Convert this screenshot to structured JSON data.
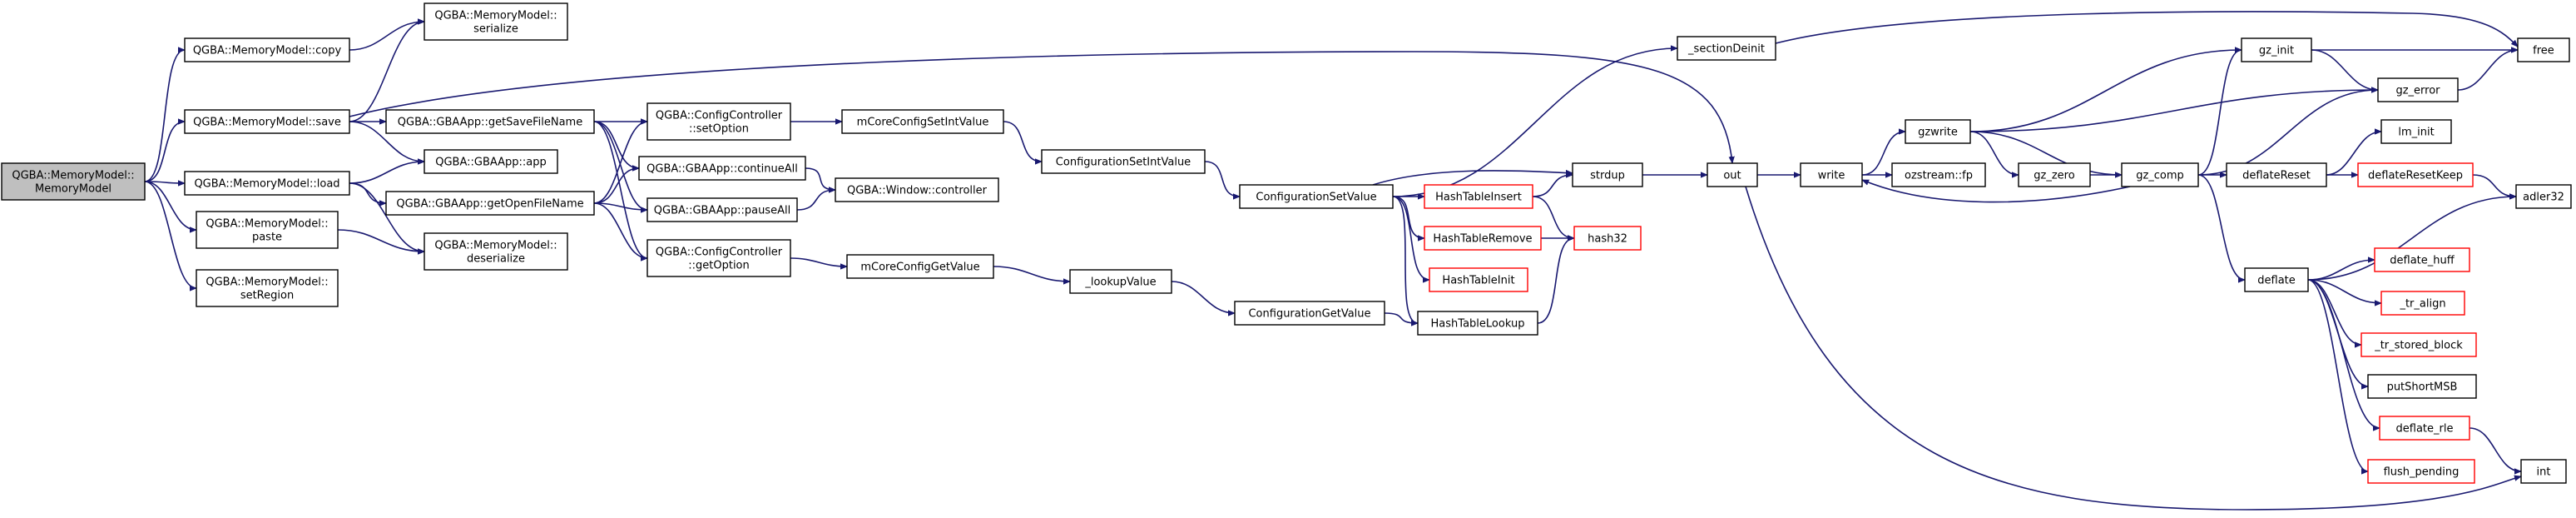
{
  "diagram": {
    "type": "call-graph",
    "colors": {
      "edge": "#191970",
      "border": "#000000",
      "truncated_border": "#ff0000",
      "root_fill": "#bfbfbf"
    },
    "nodes": [
      {
        "id": "root",
        "label": [
          "QGBA::MemoryModel::",
          "MemoryModel"
        ],
        "root": true
      },
      {
        "id": "mm_copy",
        "label": [
          "QGBA::MemoryModel::copy"
        ]
      },
      {
        "id": "mm_serialize",
        "label": [
          "QGBA::MemoryModel::",
          "serialize"
        ]
      },
      {
        "id": "mm_save",
        "label": [
          "QGBA::MemoryModel::save"
        ]
      },
      {
        "id": "mm_load",
        "label": [
          "QGBA::MemoryModel::load"
        ]
      },
      {
        "id": "mm_paste",
        "label": [
          "QGBA::MemoryModel::",
          "paste"
        ]
      },
      {
        "id": "mm_setregion",
        "label": [
          "QGBA::MemoryModel::",
          "setRegion"
        ]
      },
      {
        "id": "app_getsave",
        "label": [
          "QGBA::GBAApp::getSaveFileName"
        ]
      },
      {
        "id": "app_app",
        "label": [
          "QGBA::GBAApp::app"
        ]
      },
      {
        "id": "app_getopen",
        "label": [
          "QGBA::GBAApp::getOpenFileName"
        ]
      },
      {
        "id": "mm_deserialize",
        "label": [
          "QGBA::MemoryModel::",
          "deserialize"
        ]
      },
      {
        "id": "cc_setoption",
        "label": [
          "QGBA::ConfigController",
          "::setOption"
        ]
      },
      {
        "id": "app_continueall",
        "label": [
          "QGBA::GBAApp::continueAll"
        ]
      },
      {
        "id": "app_pauseall",
        "label": [
          "QGBA::GBAApp::pauseAll"
        ]
      },
      {
        "id": "cc_getoption",
        "label": [
          "QGBA::ConfigController",
          "::getOption"
        ]
      },
      {
        "id": "win_controller",
        "label": [
          "QGBA::Window::controller"
        ]
      },
      {
        "id": "mcore_setint",
        "label": [
          "mCoreConfigSetIntValue"
        ]
      },
      {
        "id": "mcore_getvalue",
        "label": [
          "mCoreConfigGetValue"
        ]
      },
      {
        "id": "cfg_setint",
        "label": [
          "ConfigurationSetIntValue"
        ]
      },
      {
        "id": "lookupvalue",
        "label": [
          "_lookupValue"
        ]
      },
      {
        "id": "cfg_setvalue",
        "label": [
          "ConfigurationSetValue"
        ]
      },
      {
        "id": "cfg_getvalue",
        "label": [
          "ConfigurationGetValue"
        ]
      },
      {
        "id": "section_deinit",
        "label": [
          "_sectionDeinit"
        ]
      },
      {
        "id": "ht_insert",
        "label": [
          "HashTableInsert"
        ],
        "truncated": true
      },
      {
        "id": "ht_remove",
        "label": [
          "HashTableRemove"
        ],
        "truncated": true
      },
      {
        "id": "ht_init",
        "label": [
          "HashTableInit"
        ],
        "truncated": true
      },
      {
        "id": "ht_lookup",
        "label": [
          "HashTableLookup"
        ]
      },
      {
        "id": "strdup",
        "label": [
          "strdup"
        ]
      },
      {
        "id": "hash32",
        "label": [
          "hash32"
        ],
        "truncated": true
      },
      {
        "id": "out",
        "label": [
          "out"
        ]
      },
      {
        "id": "write",
        "label": [
          "write"
        ]
      },
      {
        "id": "gzwrite",
        "label": [
          "gzwrite"
        ]
      },
      {
        "id": "ozstream_fp",
        "label": [
          "ozstream::fp"
        ]
      },
      {
        "id": "gz_zero",
        "label": [
          "gz_zero"
        ]
      },
      {
        "id": "gz_comp",
        "label": [
          "gz_comp"
        ]
      },
      {
        "id": "gz_init",
        "label": [
          "gz_init"
        ]
      },
      {
        "id": "gz_error",
        "label": [
          "gz_error"
        ]
      },
      {
        "id": "free",
        "label": [
          "free"
        ]
      },
      {
        "id": "deflatereset",
        "label": [
          "deflateReset"
        ]
      },
      {
        "id": "lm_init",
        "label": [
          "lm_init"
        ]
      },
      {
        "id": "deflateresetkeep",
        "label": [
          "deflateResetKeep"
        ],
        "truncated": true
      },
      {
        "id": "adler32",
        "label": [
          "adler32"
        ]
      },
      {
        "id": "deflate",
        "label": [
          "deflate"
        ]
      },
      {
        "id": "deflate_huff",
        "label": [
          "deflate_huff"
        ],
        "truncated": true
      },
      {
        "id": "tr_align",
        "label": [
          "_tr_align"
        ],
        "truncated": true
      },
      {
        "id": "tr_stored_block",
        "label": [
          "_tr_stored_block"
        ],
        "truncated": true
      },
      {
        "id": "putshortmsb",
        "label": [
          "putShortMSB"
        ]
      },
      {
        "id": "deflate_rle",
        "label": [
          "deflate_rle"
        ],
        "truncated": true
      },
      {
        "id": "flush_pending",
        "label": [
          "flush_pending"
        ],
        "truncated": true
      },
      {
        "id": "int",
        "label": [
          "int"
        ]
      }
    ]
  }
}
